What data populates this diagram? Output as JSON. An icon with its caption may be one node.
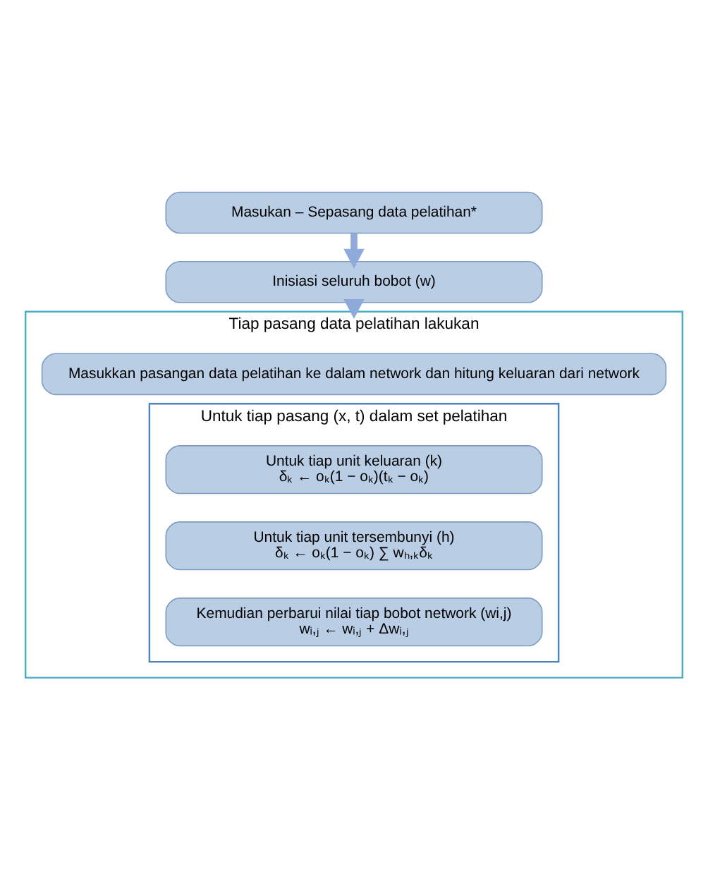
{
  "diagram": {
    "nodes": [
      {
        "text": [
          "Masukan – Sepasang data pelatihan*"
        ]
      },
      {
        "text": [
          "Inisiasi seluruh bobot (w)"
        ]
      },
      {
        "text": [
          "Tiap pasang data pelatihan lakukan"
        ]
      },
      {
        "text": [
          "Masukkan pasangan data pelatihan ke dalam network dan hitung keluaran dari network"
        ],
        "in": 2
      },
      {
        "text": [
          "Untuk tiap pasang (x, t) dalam set pelatihan"
        ],
        "in": 2
      },
      {
        "text": [
          "Untuk tiap unit keluaran (k)",
          "δₖ ← oₖ(1 − oₖ)(tₖ − oₖ)"
        ],
        "in": 4
      },
      {
        "text": [
          "Untuk tiap unit tersembunyi (h)",
          "δₖ ← oₖ(1 − oₖ) ∑ wₕ,ₖδₖ"
        ],
        "in": 4
      },
      {
        "text": [
          "Kemudian perbarui nilai tiap bobot network (wi,j)",
          "wᵢ,ⱼ ← wᵢ,ⱼ + Δwᵢ,ⱼ"
        ],
        "in": 4
      }
    ],
    "edges": [
      {
        "from": 0,
        "to": 1,
        "arrow": "to"
      },
      {
        "from": 1,
        "to": 2,
        "arrow": "to"
      }
    ]
  }
}
